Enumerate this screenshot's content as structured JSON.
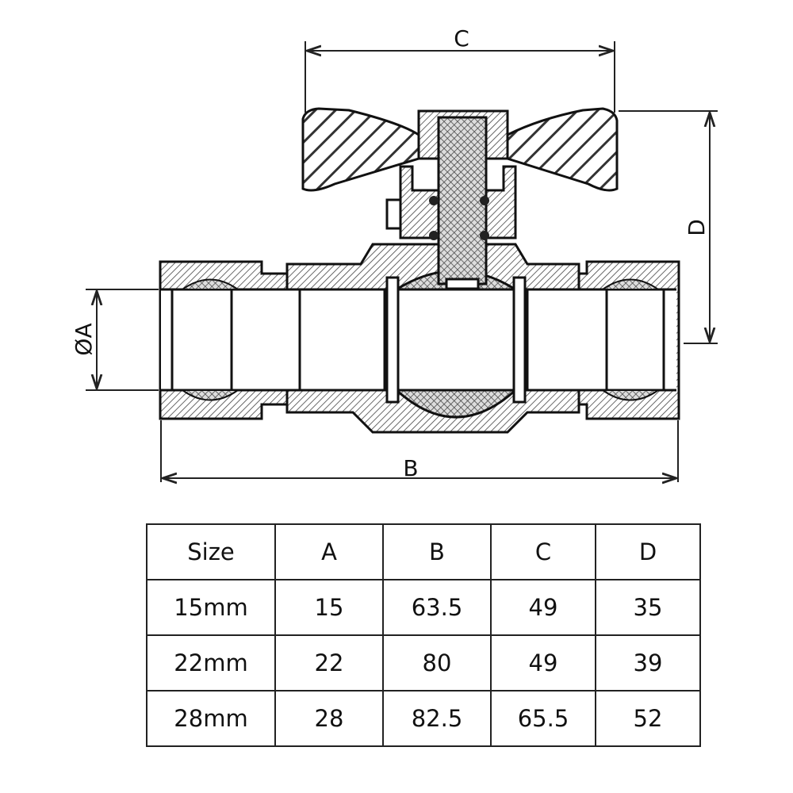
{
  "dimension_labels": {
    "c": "C",
    "d": "D",
    "a": "ØA",
    "b": "B"
  },
  "table": {
    "headers": [
      "Size",
      "A",
      "B",
      "C",
      "D"
    ],
    "rows": [
      [
        "15mm",
        "15",
        "63.5",
        "49",
        "35"
      ],
      [
        "22mm",
        "22",
        "80",
        "49",
        "39"
      ],
      [
        "28mm",
        "28",
        "82.5",
        "65.5",
        "52"
      ]
    ]
  }
}
